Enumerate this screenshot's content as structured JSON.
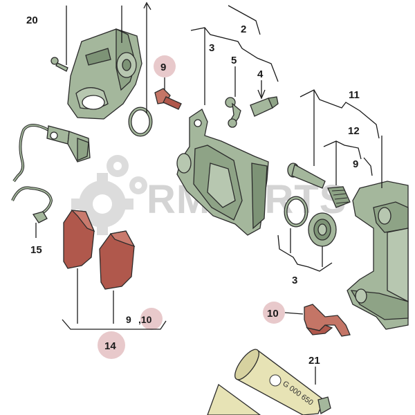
{
  "watermark": "RMPARTS",
  "tube_marking": "G 000 650",
  "colors": {
    "part_fill": "#a4b79c",
    "part_shadow": "#7d9376",
    "pad_fill": "#b0584c",
    "bracket_fill": "#c47566",
    "highlight_circle": "#e8c9cb",
    "tube_fill": "#e7e3b5"
  },
  "labels": {
    "l20": "20",
    "l2": "2",
    "l3_top": "3",
    "l5": "5",
    "l4": "4",
    "l9_top": "9",
    "l11": "11",
    "l12": "12",
    "l9_right": "9",
    "l15": "15",
    "l3_bottom": "3",
    "l10_right": "10",
    "l9_pads": "9",
    "l10_pads": ",10",
    "l14": "14",
    "l21": "21"
  },
  "highlighted": [
    "9",
    "10",
    "14"
  ]
}
